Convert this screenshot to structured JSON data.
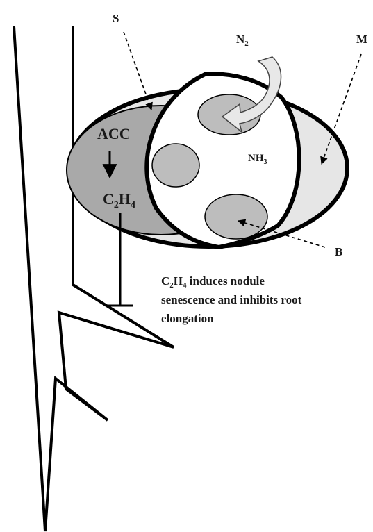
{
  "labels": {
    "s": "S",
    "n2": "N",
    "n2_sub": "2",
    "m": "M",
    "acc": "ACC",
    "c2h4": "C",
    "c2h4_sub": "2",
    "c2h4_h": "H",
    "c2h4_sub2": "4",
    "nh3": "NH",
    "nh3_sub": "3",
    "b": "B"
  },
  "caption": {
    "c2h4_prefix": "C",
    "c2h4_sub": "2",
    "c2h4_h": "H",
    "c2h4_sub2": "4",
    "line1_rest": " induces nodule",
    "line2": "senescence and inhibits root",
    "line3": "elongation"
  },
  "colors": {
    "outline": "#000000",
    "dark_gray": "#a9a9a9",
    "light_gray": "#e6e6e6",
    "mid_gray": "#bdbdbd",
    "white": "#ffffff"
  }
}
